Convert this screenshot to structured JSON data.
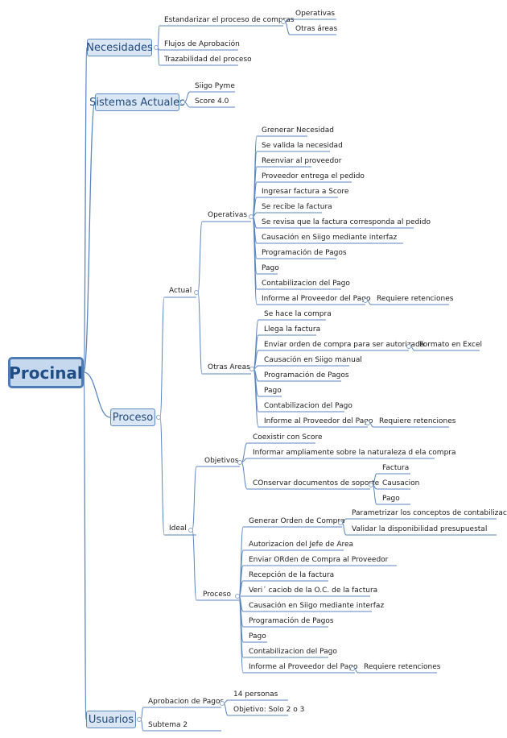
{
  "root": "Procinal",
  "necesidades": {
    "label": "Necesidades",
    "items": [
      "Estandarizar el proceso de compras",
      "Flujos de Aprobación",
      "Trazabilidad del proceso"
    ],
    "estandarizar_items": [
      "Operativas",
      "Otras áreas"
    ]
  },
  "sistemas": {
    "label": "Sistemas Actuales",
    "items": [
      "Siigo Pyme",
      "Score 4.0"
    ]
  },
  "proceso": {
    "label": "Proceso",
    "actual": {
      "label": "Actual",
      "operativas": {
        "label": "Operativas",
        "items": [
          "Grenerar Necesidad",
          "Se valida la necesidad",
          "Reenviar al proveedor",
          "Proveedor entrega el pedido",
          "Ingresar factura a Score",
          "Se recibe la factura",
          "Se revisa que la factura corresponda al pedido",
          "Causación en Siigo mediante interfaz",
          "Programación de Pagos",
          "Pago",
          "Contabilizacion del Pago",
          "Informe al Proveedor del Pago"
        ],
        "informe_child": "Requiere retenciones"
      },
      "otras": {
        "label": "Otras Areas",
        "items": [
          "Se hace la compra",
          "Llega la factura",
          "Enviar orden de compra para ser autorizada",
          "Causación en Siigo manual",
          "Programación de Pagos",
          "Pago",
          "Contabilizacion del Pago",
          "Informe al Proveedor del Pago"
        ],
        "enviar_child": "Formato en Excel",
        "informe_child": "Requiere retenciones"
      }
    },
    "ideal": {
      "label": "Ideal",
      "objetivos": {
        "label": "Objetivos",
        "items": [
          "Coexistir con Score",
          "Informar ampliamente sobre la naturaleza d ela compra",
          "COnservar documentos de soporte"
        ],
        "soporte_items": [
          "Factura",
          "Causacion",
          "Pago"
        ]
      },
      "proceso": {
        "label": "Proceso",
        "items": [
          "Generar Orden de Compra",
          "Autorizacion del Jefe de Area",
          "Enviar ORden de Compra al Proveedor",
          "Recepción de la factura",
          "Veri´ caciob de la O.C. de la factura",
          "Causación en Siigo mediante interfaz",
          "Programación de Pagos",
          "Pago",
          "Contabilizacion del Pago",
          "Informe al Proveedor del Pago"
        ],
        "generar_items": [
          "Parametrizar los conceptos de contabilizacion",
          "Validar la disponibilidad presupuestal"
        ],
        "informe_child": "Requiere retenciones"
      }
    }
  },
  "usuarios": {
    "label": "Usuarios",
    "items": [
      "Aprobacion de Pagos",
      "Subtema 2"
    ],
    "aprobacion_items": [
      "14 personas",
      "Objetivo: Solo 2 o 3"
    ]
  },
  "colors": {
    "line": "#5b86c0",
    "root_fill": "#c6d8ee",
    "main_fill": "#dae6f4"
  }
}
